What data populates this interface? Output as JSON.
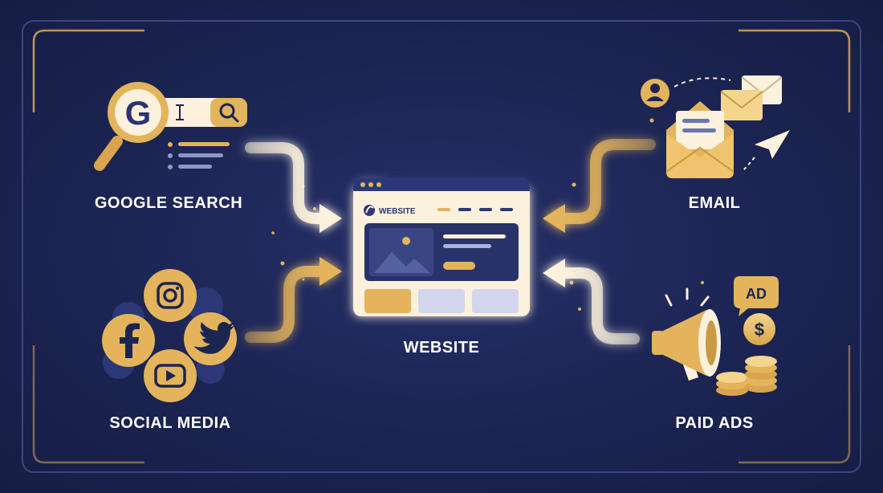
{
  "labels": {
    "google_search": "GOOGLE SEARCH",
    "email": "EMAIL",
    "website": "WEBSITE",
    "social_media": "SOCIAL MEDIA",
    "paid_ads": "PAID ADS"
  },
  "browser": {
    "brand_text": "WEBSITE"
  },
  "ad_badge": "AD",
  "dollar_sign": "$",
  "search_glyph": "G",
  "colors": {
    "background": "#1c2550",
    "gold": "#e3b45c",
    "gold_light": "#f4d58e",
    "cream": "#fbf1dc",
    "navy_panel": "#28336a",
    "white": "#ffffff"
  },
  "icons": [
    "magnifier-icon",
    "search-icon",
    "envelope-icon",
    "user-icon",
    "paper-plane-icon",
    "browser-window-icon",
    "image-icon",
    "instagram-icon",
    "facebook-icon",
    "twitter-icon",
    "youtube-icon",
    "megaphone-icon",
    "dollar-coin-icon",
    "coin-stack-icon"
  ]
}
